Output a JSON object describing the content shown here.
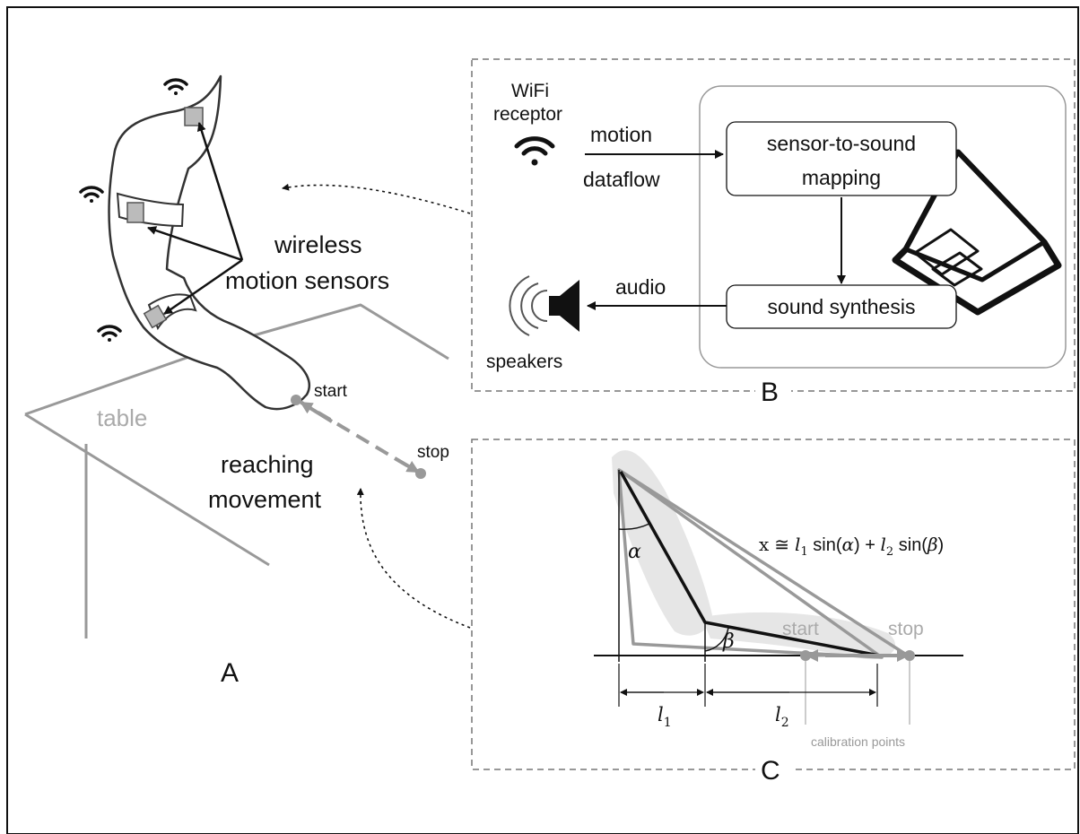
{
  "panelA": {
    "label": "A",
    "sensors_label_1": "wireless",
    "sensors_label_2": "motion sensors",
    "table_label": "table",
    "start_label": "start",
    "stop_label": "stop",
    "movement_label_1": "reaching",
    "movement_label_2": "movement"
  },
  "panelB": {
    "label": "B",
    "wifi_label_1": "WiFi",
    "wifi_label_2": "receptor",
    "motion_label": "motion",
    "dataflow_label": "dataflow",
    "mapping_label_1": "sensor-to-sound",
    "mapping_label_2": "mapping",
    "synthesis_label": "sound synthesis",
    "audio_label": "audio",
    "speakers_label": "speakers"
  },
  "panelC": {
    "label": "C",
    "formula_x": "x",
    "formula_approx": "≅",
    "formula_l1": "l",
    "formula_sub1": "1",
    "formula_sin_a": " sin(",
    "formula_alpha": "α",
    "formula_plus": ") + ",
    "formula_l2": "l",
    "formula_sub2": "2",
    "formula_sin_b": " sin(",
    "formula_beta": "β",
    "formula_close": ")",
    "alpha": "α",
    "beta": "β",
    "start_label": "start",
    "stop_label": "stop",
    "l1_letter": "l",
    "l1_sub": "1",
    "l2_letter": "l",
    "l2_sub": "2",
    "calibration_label": "calibration points"
  },
  "colors": {
    "ink": "#111111",
    "gray": "#999999",
    "light_fill": "#e6e6e6",
    "sensor_fill": "#bbbbbb"
  }
}
